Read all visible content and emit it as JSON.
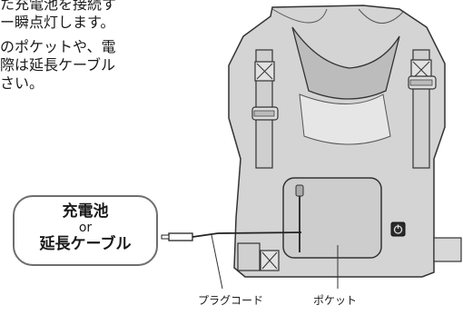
{
  "intro": {
    "lines": [
      "た充電池を接続す",
      "ー瞬点灯します。",
      "のポケットや、電",
      "際は延長ケーブル",
      "さい。"
    ]
  },
  "callout": {
    "line1": "充電池",
    "line2": "or",
    "line3": "延長ケーブル"
  },
  "labels": {
    "plug_cord": "プラグコード",
    "pocket": "ポケット"
  }
}
